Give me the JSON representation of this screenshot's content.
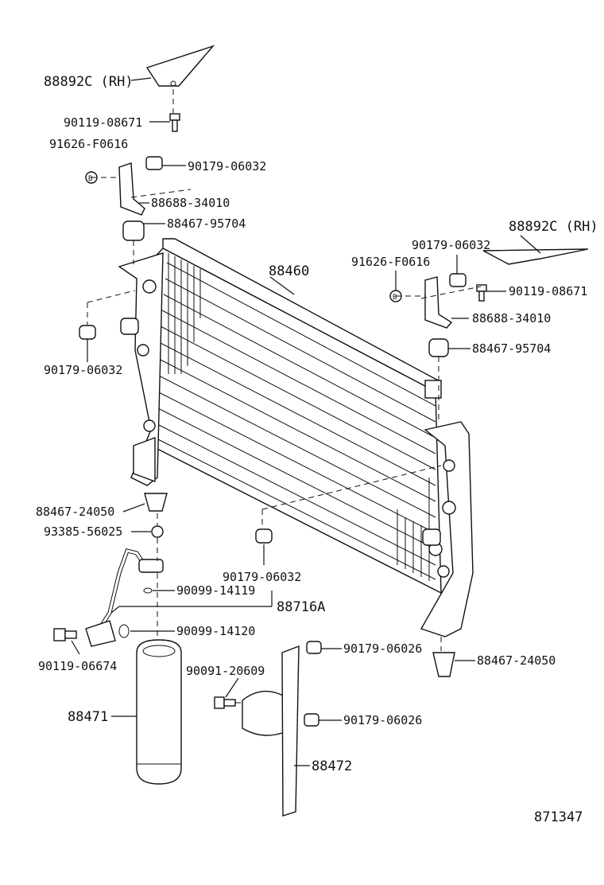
{
  "diagram": {
    "labels": {
      "seal_top_left": "88892C (RH)",
      "bolt_top_left": "90119-08671",
      "plug_top_left": "91626-F0616",
      "nut_top_left": "90179-06032",
      "bracket_top_left": "88688-34010",
      "cushion_top_left": "88467-95704",
      "condenser": "88460",
      "nut_left_mid": "90179-06032",
      "seal_top_right": "88892C (RH)",
      "nut_top_right": "90179-06032",
      "plug_top_right": "91626-F0616",
      "bolt_top_right": "90119-08671",
      "bracket_top_right": "88688-34010",
      "cushion_top_right": "88467-95704",
      "cushion_bottom_left": "88467-24050",
      "plug_bottom_left": "93385-56025",
      "nut_center_low": "90179-06032",
      "oring_a": "90099-14119",
      "tube": "88716A",
      "oring_b": "90099-14120",
      "bolt_bottom_left": "90119-06674",
      "nut_bottom_right_a": "90179-06026",
      "cushion_bottom_right": "88467-24050",
      "bolt_bracket": "90091-20609",
      "receiver": "88471",
      "nut_bottom_right_b": "90179-06026",
      "receiver_bracket": "88472",
      "figure_number": "871347"
    }
  }
}
